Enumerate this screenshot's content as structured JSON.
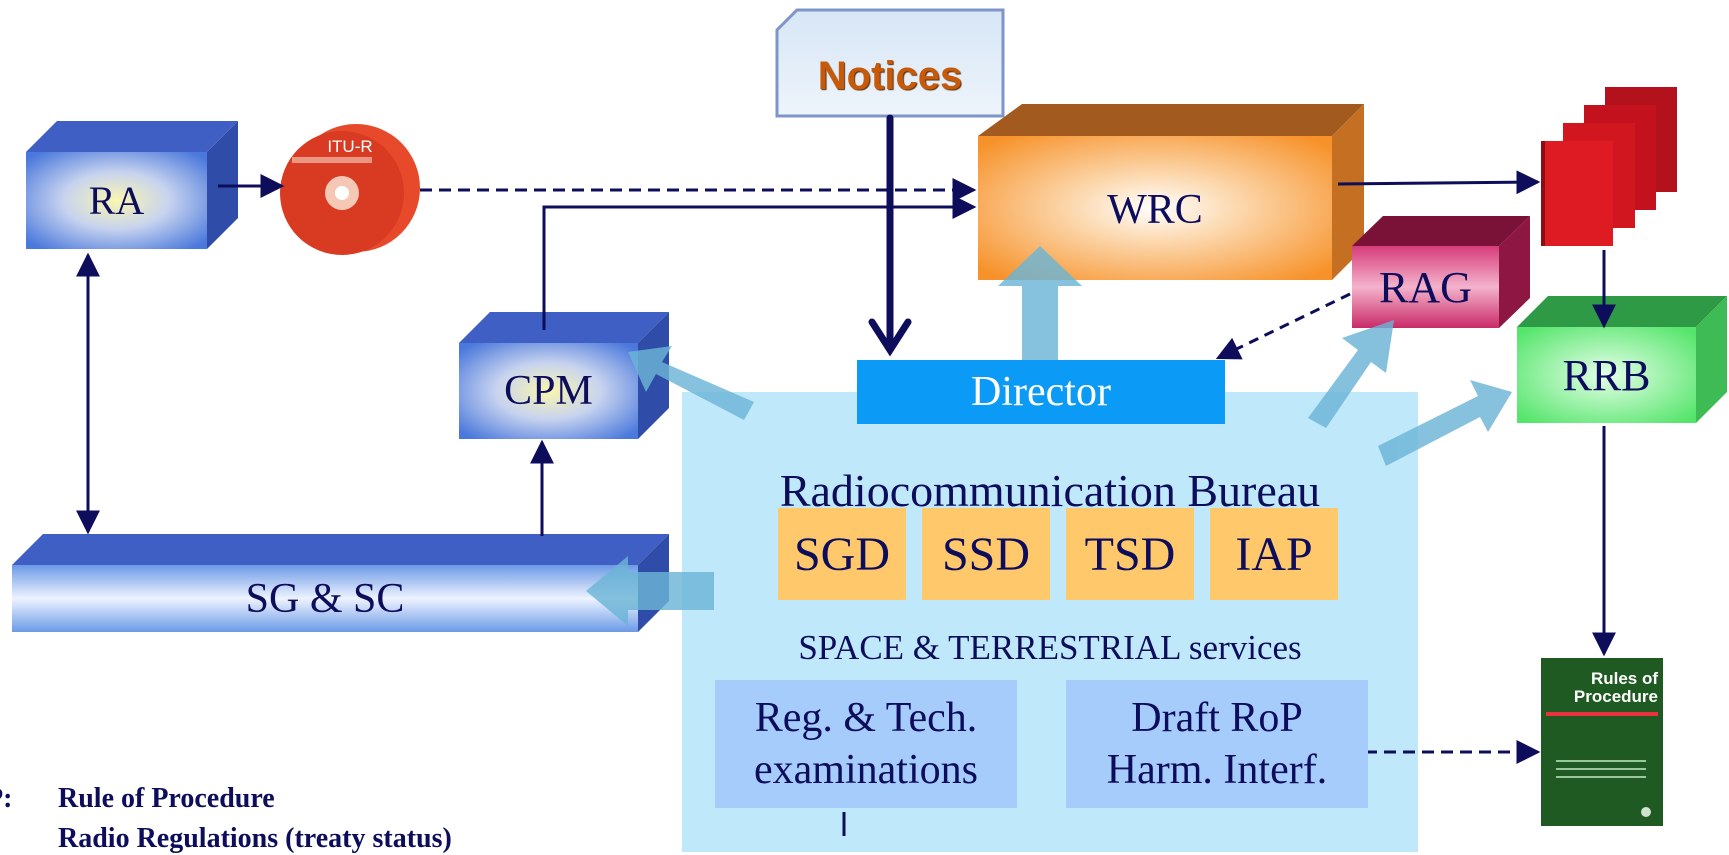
{
  "notices": {
    "label": "Notices"
  },
  "ra": {
    "label": "RA"
  },
  "wrc": {
    "label": "WRC"
  },
  "rag": {
    "label": "RAG"
  },
  "rrb": {
    "label": "RRB"
  },
  "cpm": {
    "label": "CPM"
  },
  "sg": {
    "label": "SG & SC"
  },
  "director": {
    "label": "Director"
  },
  "bureau": {
    "title": "Radiocommunication Bureau",
    "departments": [
      "SGD",
      "SSD",
      "TSD",
      "IAP"
    ],
    "services": "SPACE & TERRESTRIAL services",
    "exam_line1": "Reg. & Tech.",
    "exam_line2": "examinations",
    "rop_line1": "Draft RoP",
    "rop_line2": "Harm. Interf."
  },
  "cd": {
    "line1": "ITU-R"
  },
  "rop_book": {
    "title_line1": "Rules of",
    "title_line2": "Procedure"
  },
  "legend": {
    "rop_abbr": "P:",
    "rop_text": "Rule of Procedure",
    "rr_text": "Radio Regulations (treaty status)"
  },
  "colors": {
    "navy": "#0d0d5c",
    "bureau_bg": "#bfe9fb",
    "director": "#0b9af5",
    "dept": "#ffc96b"
  }
}
